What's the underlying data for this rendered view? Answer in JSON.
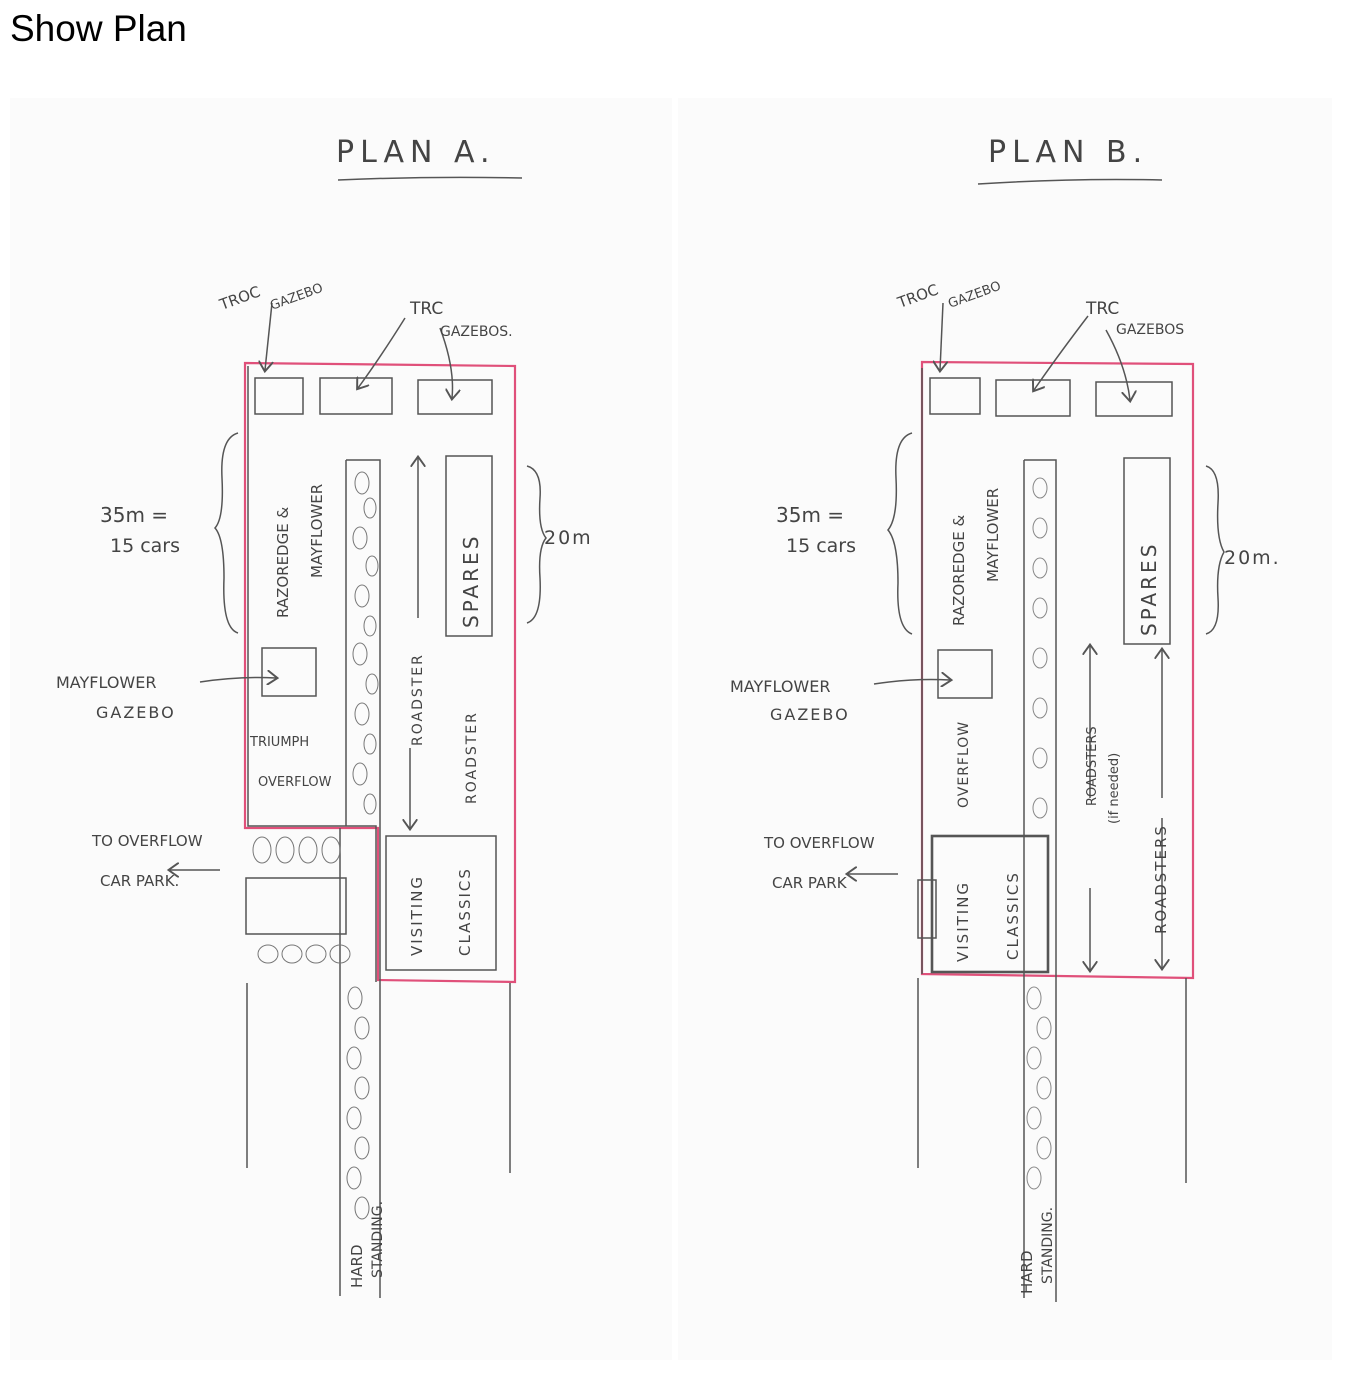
{
  "page_title": "Show Plan",
  "colors": {
    "pen": "#555555",
    "boundary": "#e0507a",
    "paper": "#fbfbfb"
  },
  "plans": [
    {
      "heading": "PLAN A.",
      "troc_gazebo": [
        "TROC",
        "GAZEBO"
      ],
      "trc_gazebos": [
        "TRC",
        "GAZEBOS."
      ],
      "length_note": [
        "35m =",
        "15 cars"
      ],
      "width_note": "20m",
      "zone_razoredge": [
        "RAZOREDGE &",
        "MAYFLOWER"
      ],
      "spares": "SPARES",
      "mayflower_gazebo": [
        "MAYFLOWER",
        "GAZEBO"
      ],
      "overflow": [
        "TRIUMPH",
        "OVERFLOW"
      ],
      "roadsters": [
        "ROADSTER",
        "ROADSTER"
      ],
      "to_overflow": [
        "TO OVERFLOW",
        "CAR PARK."
      ],
      "visiting_classics": [
        "VISITING",
        "CLASSICS"
      ],
      "hard_standing": [
        "HARD",
        "STANDING."
      ]
    },
    {
      "heading": "PLAN B.",
      "troc_gazebo": [
        "TROC",
        "GAZEBO"
      ],
      "trc_gazebos": [
        "TRC",
        "GAZEBOS"
      ],
      "length_note": [
        "35m =",
        "15 cars"
      ],
      "width_note": "20m.",
      "zone_razoredge": [
        "RAZOREDGE &",
        "MAYFLOWER"
      ],
      "spares": "SPARES",
      "mayflower_gazebo": [
        "MAYFLOWER",
        "GAZEBO"
      ],
      "overflow": [
        "OVERFLOW"
      ],
      "roadsters": [
        "ROADSTERS",
        "(if needed)",
        "ROADSTERS"
      ],
      "to_overflow": [
        "TO OVERFLOW",
        "CAR PARK"
      ],
      "visiting_classics": [
        "VISITING",
        "CLASSICS"
      ],
      "hard_standing": [
        "HARD",
        "STANDING."
      ]
    }
  ]
}
